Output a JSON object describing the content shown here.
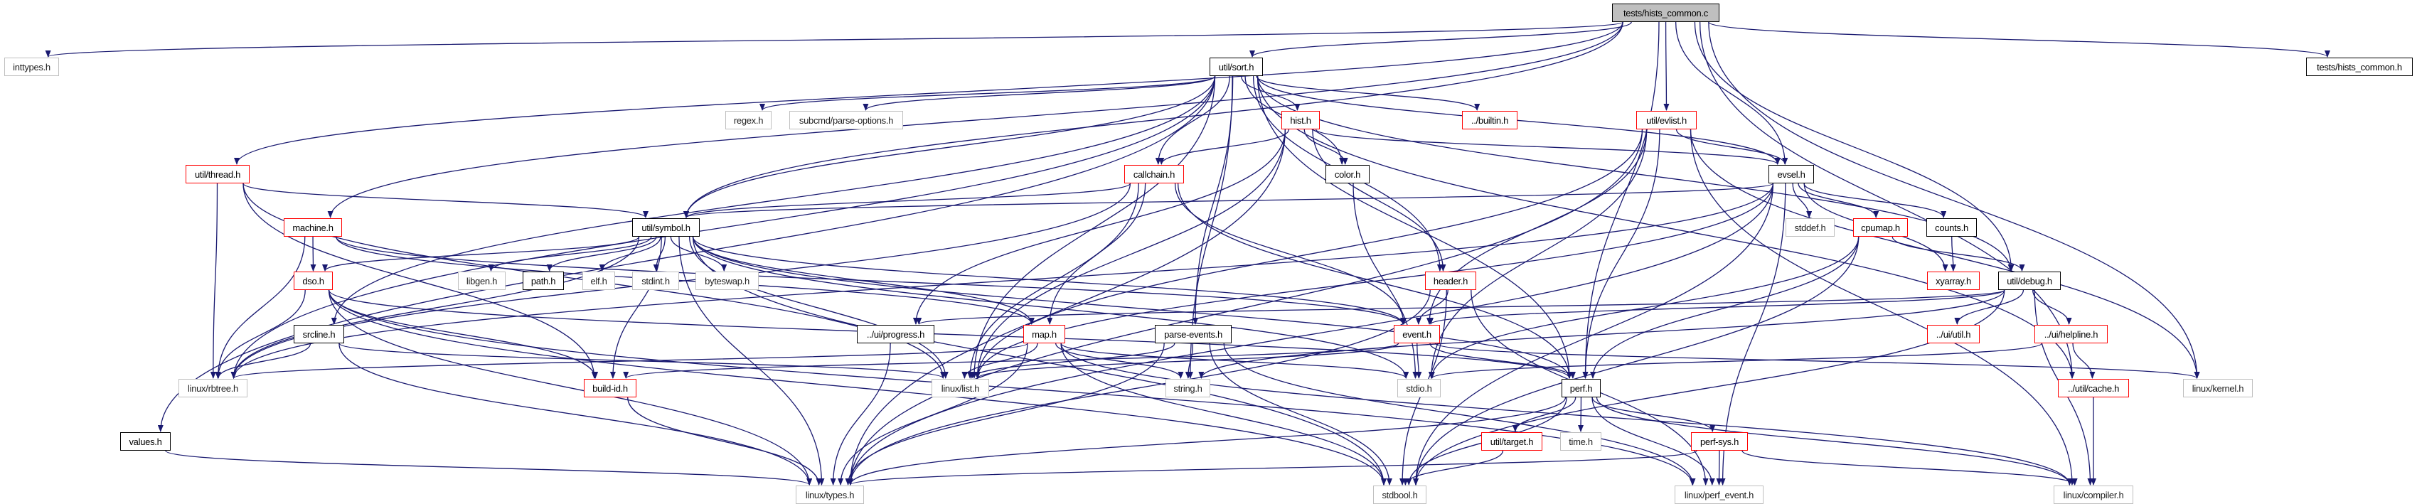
{
  "colors": {
    "edge": "#191970",
    "root_fill": "#bfbfbf",
    "documented_border": "#000000",
    "truncated_border": "#ff0000",
    "undocumented_border": "#bfbfbf"
  },
  "nodes": [
    {
      "label": "tests/hists_common.c",
      "style": "root"
    },
    {
      "label": "inttypes.h",
      "style": "gray"
    },
    {
      "label": "util/sort.h",
      "style": "black"
    },
    {
      "label": "tests/hists_common.h",
      "style": "black"
    },
    {
      "label": "regex.h",
      "style": "gray"
    },
    {
      "label": "subcmd/parse-options.h",
      "style": "gray"
    },
    {
      "label": "hist.h",
      "style": "red"
    },
    {
      "label": "../builtin.h",
      "style": "red"
    },
    {
      "label": "util/evlist.h",
      "style": "red"
    },
    {
      "label": "util/thread.h",
      "style": "red"
    },
    {
      "label": "callchain.h",
      "style": "red"
    },
    {
      "label": "color.h",
      "style": "black"
    },
    {
      "label": "evsel.h",
      "style": "black"
    },
    {
      "label": "machine.h",
      "style": "red"
    },
    {
      "label": "util/symbol.h",
      "style": "black"
    },
    {
      "label": "stddef.h",
      "style": "gray"
    },
    {
      "label": "cpumap.h",
      "style": "red"
    },
    {
      "label": "counts.h",
      "style": "black"
    },
    {
      "label": "dso.h",
      "style": "red"
    },
    {
      "label": "libgen.h",
      "style": "gray"
    },
    {
      "label": "path.h",
      "style": "black"
    },
    {
      "label": "elf.h",
      "style": "gray"
    },
    {
      "label": "stdint.h",
      "style": "gray"
    },
    {
      "label": "byteswap.h",
      "style": "gray"
    },
    {
      "label": "header.h",
      "style": "red"
    },
    {
      "label": "xyarray.h",
      "style": "red"
    },
    {
      "label": "util/debug.h",
      "style": "black"
    },
    {
      "label": "srcline.h",
      "style": "black"
    },
    {
      "label": "../ui/progress.h",
      "style": "black"
    },
    {
      "label": "map.h",
      "style": "red"
    },
    {
      "label": "parse-events.h",
      "style": "black"
    },
    {
      "label": "event.h",
      "style": "red"
    },
    {
      "label": "../ui/util.h",
      "style": "red"
    },
    {
      "label": "../ui/helpline.h",
      "style": "red"
    },
    {
      "label": "linux/rbtree.h",
      "style": "gray"
    },
    {
      "label": "build-id.h",
      "style": "red"
    },
    {
      "label": "linux/list.h",
      "style": "gray"
    },
    {
      "label": "string.h",
      "style": "gray"
    },
    {
      "label": "stdio.h",
      "style": "gray"
    },
    {
      "label": "perf.h",
      "style": "black"
    },
    {
      "label": "../util/cache.h",
      "style": "red"
    },
    {
      "label": "linux/kernel.h",
      "style": "gray"
    },
    {
      "label": "values.h",
      "style": "black"
    },
    {
      "label": "util/target.h",
      "style": "red"
    },
    {
      "label": "time.h",
      "style": "gray"
    },
    {
      "label": "perf-sys.h",
      "style": "red"
    },
    {
      "label": "linux/types.h",
      "style": "gray"
    },
    {
      "label": "stdbool.h",
      "style": "gray"
    },
    {
      "label": "linux/perf_event.h",
      "style": "gray"
    },
    {
      "label": "linux/compiler.h",
      "style": "gray"
    }
  ],
  "edges": [
    [
      "tests/hists_common.c",
      "inttypes.h"
    ],
    [
      "tests/hists_common.c",
      "util/sort.h"
    ],
    [
      "tests/hists_common.c",
      "tests/hists_common.h"
    ],
    [
      "tests/hists_common.c",
      "util/thread.h"
    ],
    [
      "tests/hists_common.c",
      "machine.h"
    ],
    [
      "tests/hists_common.c",
      "util/symbol.h"
    ],
    [
      "tests/hists_common.c",
      "util/evlist.h"
    ],
    [
      "tests/hists_common.c",
      "evsel.h"
    ],
    [
      "tests/hists_common.c",
      "perf.h"
    ],
    [
      "tests/hists_common.c",
      "util/debug.h"
    ],
    [
      "tests/hists_common.c",
      "linux/kernel.h"
    ],
    [
      "tests/hists_common.c",
      "../util/cache.h"
    ],
    [
      "util/sort.h",
      "regex.h"
    ],
    [
      "util/sort.h",
      "subcmd/parse-options.h"
    ],
    [
      "util/sort.h",
      "hist.h"
    ],
    [
      "util/sort.h",
      "../builtin.h"
    ],
    [
      "util/sort.h",
      "callchain.h"
    ],
    [
      "util/sort.h",
      "color.h"
    ],
    [
      "util/sort.h",
      "header.h"
    ],
    [
      "util/sort.h",
      "parse-events.h"
    ],
    [
      "util/sort.h",
      "string.h"
    ],
    [
      "util/sort.h",
      "linux/list.h"
    ],
    [
      "util/sort.h",
      "linux/rbtree.h"
    ],
    [
      "util/sort.h",
      "util/symbol.h"
    ],
    [
      "util/sort.h",
      "values.h"
    ],
    [
      "util/sort.h",
      "srcline.h"
    ],
    [
      "util/sort.h",
      "perf.h"
    ],
    [
      "util/sort.h",
      "util/debug.h"
    ],
    [
      "util/sort.h",
      "../util/cache.h"
    ],
    [
      "util/sort.h",
      "evsel.h"
    ],
    [
      "hist.h",
      "callchain.h"
    ],
    [
      "hist.h",
      "color.h"
    ],
    [
      "hist.h",
      "header.h"
    ],
    [
      "hist.h",
      "evsel.h"
    ],
    [
      "hist.h",
      "../ui/progress.h"
    ],
    [
      "hist.h",
      "linux/list.h"
    ],
    [
      "hist.h",
      "linux/types.h"
    ],
    [
      "util/evlist.h",
      "evsel.h"
    ],
    [
      "util/evlist.h",
      "linux/list.h"
    ],
    [
      "util/evlist.h",
      "event.h"
    ],
    [
      "util/evlist.h",
      "stdio.h"
    ],
    [
      "util/evlist.h",
      "perf.h"
    ],
    [
      "util/evlist.h",
      "linux/kernel.h"
    ],
    [
      "util/evlist.h",
      "linux/compiler.h"
    ],
    [
      "util/evlist.h",
      "linux/types.h"
    ],
    [
      "util/thread.h",
      "util/symbol.h"
    ],
    [
      "util/thread.h",
      "linux/rbtree.h"
    ],
    [
      "util/thread.h",
      "linux/list.h"
    ],
    [
      "util/thread.h",
      "build-id.h"
    ],
    [
      "callchain.h",
      "util/symbol.h"
    ],
    [
      "callchain.h",
      "linux/rbtree.h"
    ],
    [
      "callchain.h",
      "linux/list.h"
    ],
    [
      "callchain.h",
      "map.h"
    ],
    [
      "callchain.h",
      "event.h"
    ],
    [
      "callchain.h",
      "perf.h"
    ],
    [
      "color.h",
      "stdio.h"
    ],
    [
      "evsel.h",
      "util/symbol.h"
    ],
    [
      "evsel.h",
      "stddef.h"
    ],
    [
      "evsel.h",
      "cpumap.h"
    ],
    [
      "evsel.h",
      "counts.h"
    ],
    [
      "evsel.h",
      "xyarray.h"
    ],
    [
      "evsel.h",
      "linux/list.h"
    ],
    [
      "evsel.h",
      "linux/perf_event.h"
    ],
    [
      "evsel.h",
      "linux/types.h"
    ],
    [
      "evsel.h",
      "stdbool.h"
    ],
    [
      "evsel.h",
      "linux/rbtree.h"
    ],
    [
      "machine.h",
      "dso.h"
    ],
    [
      "machine.h",
      "linux/rbtree.h"
    ],
    [
      "machine.h",
      "map.h"
    ],
    [
      "machine.h",
      "event.h"
    ],
    [
      "util/symbol.h",
      "libgen.h"
    ],
    [
      "util/symbol.h",
      "path.h"
    ],
    [
      "util/symbol.h",
      "elf.h"
    ],
    [
      "util/symbol.h",
      "stdint.h"
    ],
    [
      "util/symbol.h",
      "byteswap.h"
    ],
    [
      "util/symbol.h",
      "dso.h"
    ],
    [
      "util/symbol.h",
      "linux/rbtree.h"
    ],
    [
      "util/symbol.h",
      "linux/list.h"
    ],
    [
      "util/symbol.h",
      "build-id.h"
    ],
    [
      "util/symbol.h",
      "map.h"
    ],
    [
      "util/symbol.h",
      "event.h"
    ],
    [
      "util/symbol.h",
      "stdio.h"
    ],
    [
      "util/symbol.h",
      "linux/types.h"
    ],
    [
      "util/symbol.h",
      "stdbool.h"
    ],
    [
      "util/symbol.h",
      "perf.h"
    ],
    [
      "cpumap.h",
      "util/debug.h"
    ],
    [
      "cpumap.h",
      "stdio.h"
    ],
    [
      "cpumap.h",
      "perf.h"
    ],
    [
      "cpumap.h",
      "stdbool.h"
    ],
    [
      "counts.h",
      "xyarray.h"
    ],
    [
      "dso.h",
      "linux/rbtree.h"
    ],
    [
      "dso.h",
      "build-id.h"
    ],
    [
      "dso.h",
      "linux/types.h"
    ],
    [
      "dso.h",
      "stdbool.h"
    ],
    [
      "dso.h",
      "linux/perf_event.h"
    ],
    [
      "dso.h",
      "perf.h"
    ],
    [
      "header.h",
      "event.h"
    ],
    [
      "header.h",
      "stdbool.h"
    ],
    [
      "header.h",
      "linux/types.h"
    ],
    [
      "header.h",
      "linux/perf_event.h"
    ],
    [
      "util/debug.h",
      "event.h"
    ],
    [
      "util/debug.h",
      "../ui/util.h"
    ],
    [
      "util/debug.h",
      "../ui/helpline.h"
    ],
    [
      "util/debug.h",
      "../ui/progress.h"
    ],
    [
      "util/debug.h",
      "linux/compiler.h"
    ],
    [
      "util/debug.h",
      "stdbool.h"
    ],
    [
      "util/debug.h",
      "string.h"
    ],
    [
      "srcline.h",
      "linux/rbtree.h"
    ],
    [
      "srcline.h",
      "linux/list.h"
    ],
    [
      "srcline.h",
      "linux/types.h"
    ],
    [
      "../ui/progress.h",
      "linux/types.h"
    ],
    [
      "map.h",
      "linux/list.h"
    ],
    [
      "map.h",
      "linux/rbtree.h"
    ],
    [
      "map.h",
      "string.h"
    ],
    [
      "map.h",
      "stdio.h"
    ],
    [
      "map.h",
      "stdbool.h"
    ],
    [
      "map.h",
      "linux/types.h"
    ],
    [
      "map.h",
      "linux/compiler.h"
    ],
    [
      "parse-events.h",
      "linux/list.h"
    ],
    [
      "parse-events.h",
      "string.h"
    ],
    [
      "parse-events.h",
      "stdbool.h"
    ],
    [
      "parse-events.h",
      "linux/types.h"
    ],
    [
      "parse-events.h",
      "linux/perf_event.h"
    ],
    [
      "event.h",
      "stdio.h"
    ],
    [
      "event.h",
      "perf.h"
    ],
    [
      "event.h",
      "build-id.h"
    ],
    [
      "event.h",
      "linux/kernel.h"
    ],
    [
      "event.h",
      "linux/list.h"
    ],
    [
      "../ui/helpline.h",
      "stdio.h"
    ],
    [
      "../ui/helpline.h",
      "../util/cache.h"
    ],
    [
      "../util/cache.h",
      "linux/compiler.h"
    ],
    [
      "build-id.h",
      "linux/types.h"
    ],
    [
      "values.h",
      "linux/types.h"
    ],
    [
      "perf.h",
      "util/target.h"
    ],
    [
      "perf.h",
      "time.h"
    ],
    [
      "perf.h",
      "perf-sys.h"
    ],
    [
      "perf.h",
      "stdbool.h"
    ],
    [
      "perf.h",
      "linux/types.h"
    ],
    [
      "perf.h",
      "linux/perf_event.h"
    ],
    [
      "perf.h",
      "linux/compiler.h"
    ],
    [
      "util/target.h",
      "stdbool.h"
    ],
    [
      "perf-sys.h",
      "linux/perf_event.h"
    ],
    [
      "perf-sys.h",
      "linux/types.h"
    ],
    [
      "perf-sys.h",
      "linux/compiler.h"
    ]
  ]
}
